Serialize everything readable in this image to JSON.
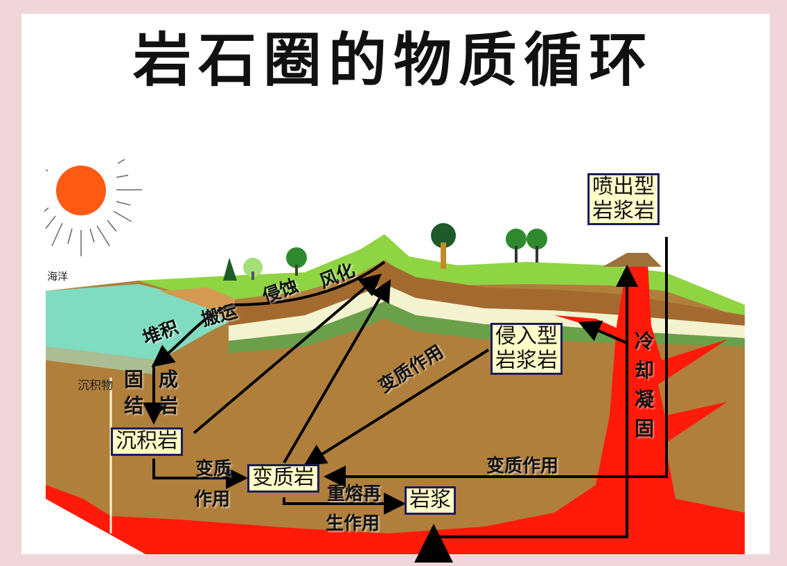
{
  "title": "岩石圈的物质循环",
  "chart_data": {
    "type": "diagram",
    "title": "岩石圈的物质循环",
    "nodes": [
      "沉积岩",
      "变质岩",
      "岩浆",
      "侵入型岩浆岩",
      "喷出型岩浆岩"
    ],
    "edges": [
      {
        "from": "沉积物",
        "to": "沉积岩",
        "label": "固结成岩"
      },
      {
        "from": "沉积岩",
        "to": "变质岩",
        "label": "变质作用"
      },
      {
        "from": "变质岩",
        "to": "岩浆",
        "label": "重熔再生作用"
      },
      {
        "from": "岩浆",
        "to": "喷出型岩浆岩",
        "label": "冷却凝固"
      },
      {
        "from": "岩浆",
        "to": "侵入型岩浆岩",
        "label": "冷却凝固"
      },
      {
        "from": "侵入型岩浆岩",
        "to": "变质岩",
        "label": "变质作用"
      },
      {
        "from": "喷出型岩浆岩",
        "to": "变质岩",
        "label": "变质作用"
      },
      {
        "from": "沉积岩",
        "to": "地表",
        "label": "风化 侵蚀 搬运 堆积"
      },
      {
        "from": "变质岩",
        "to": "地表",
        "label": "风化 侵蚀 搬运 堆积"
      }
    ]
  },
  "labels": {
    "ocean": "海洋",
    "sediment": "沉积物",
    "surface_process": [
      "堆积",
      "搬运",
      "侵蚀",
      "风化"
    ],
    "consolidation_left": [
      "固",
      "结"
    ],
    "consolidation_right": [
      "成",
      "岩"
    ],
    "metamorphism_1": [
      "变质",
      "作用"
    ],
    "metamorphism_diag": "变质作用",
    "metamorphism_bottom": "变质作用",
    "remelt": [
      "重熔再",
      "生作用"
    ],
    "cooling": [
      "冷",
      "却",
      "凝",
      "固"
    ]
  },
  "boxes": {
    "sedimentary": "沉积岩",
    "metamorphic": "变质岩",
    "magma": "岩浆",
    "intrusive": [
      "侵入型",
      "岩浆岩"
    ],
    "extrusive": [
      "喷出型",
      "岩浆岩"
    ]
  },
  "colors": {
    "background": "#f0d6da",
    "sun": "#ff5a14",
    "grass": "#8fd443",
    "soil": "#b07f3b",
    "magma": "#ff1a0a",
    "ocean": "#7fdcc0",
    "box_fill": "#fffdc8",
    "box_border": "#1b1b5a"
  }
}
